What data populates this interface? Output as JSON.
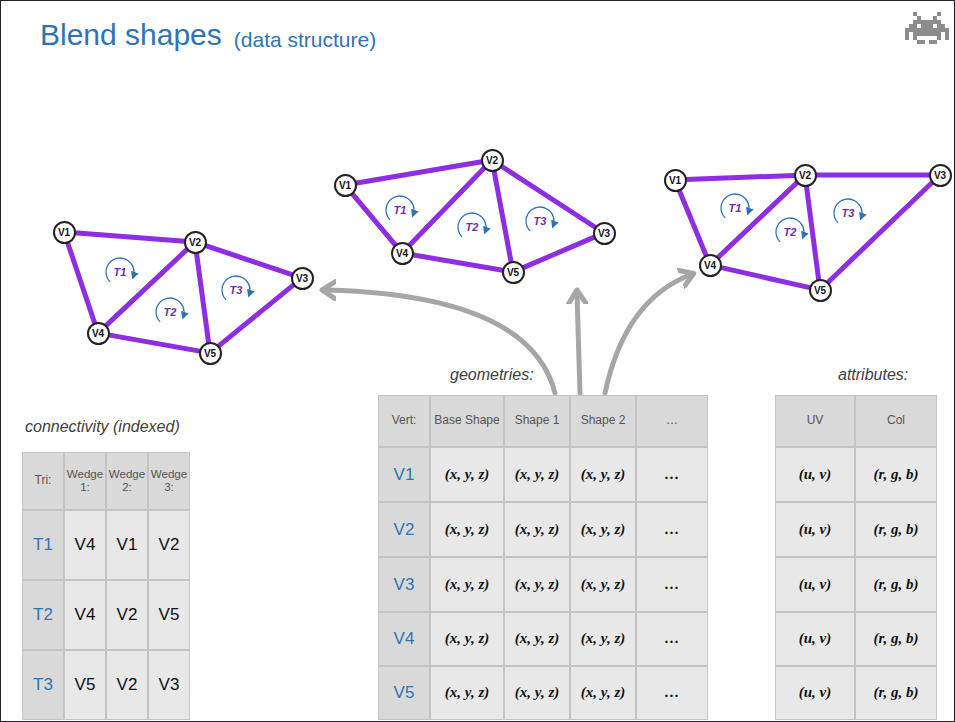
{
  "diagram": {
    "title": "Blend shapes",
    "nodes": [
      {
        "text": [
          "V1"
        ]
      },
      {
        "text": [
          "V2"
        ]
      },
      {
        "text": [
          "V3"
        ]
      },
      {
        "text": [
          "V4"
        ]
      },
      {
        "text": [
          "V5"
        ]
      },
      {
        "text": [
          "V1"
        ]
      },
      {
        "text": [
          "V2"
        ]
      },
      {
        "text": [
          "V3"
        ]
      },
      {
        "text": [
          "V4"
        ]
      },
      {
        "text": [
          "V5"
        ]
      },
      {
        "text": [
          "V1"
        ]
      },
      {
        "text": [
          "V2"
        ]
      },
      {
        "text": [
          "V3"
        ]
      },
      {
        "text": [
          "V4"
        ]
      },
      {
        "text": [
          "V5"
        ]
      }
    ],
    "edges": [
      {
        "from": 0,
        "to": 1,
        "arrow": "none"
      },
      {
        "from": 0,
        "to": 3,
        "arrow": "none"
      },
      {
        "from": 1,
        "to": 3,
        "arrow": "none"
      },
      {
        "from": 1,
        "to": 2,
        "arrow": "none"
      },
      {
        "from": 1,
        "to": 4,
        "arrow": "none"
      },
      {
        "from": 3,
        "to": 4,
        "arrow": "none"
      },
      {
        "from": 2,
        "to": 4,
        "arrow": "none"
      },
      {
        "from": 5,
        "to": 6,
        "arrow": "none"
      },
      {
        "from": 5,
        "to": 8,
        "arrow": "none"
      },
      {
        "from": 6,
        "to": 8,
        "arrow": "none"
      },
      {
        "from": 6,
        "to": 7,
        "arrow": "none"
      },
      {
        "from": 6,
        "to": 9,
        "arrow": "none"
      },
      {
        "from": 8,
        "to": 9,
        "arrow": "none"
      },
      {
        "from": 7,
        "to": 9,
        "arrow": "none"
      },
      {
        "from": 10,
        "to": 11,
        "arrow": "none"
      },
      {
        "from": 10,
        "to": 13,
        "arrow": "none"
      },
      {
        "from": 11,
        "to": 13,
        "arrow": "none"
      },
      {
        "from": 11,
        "to": 12,
        "arrow": "none"
      },
      {
        "from": 11,
        "to": 14,
        "arrow": "none"
      },
      {
        "from": 13,
        "to": 14,
        "arrow": "none"
      },
      {
        "from": 12,
        "to": 14,
        "arrow": "none"
      }
    ],
    "labels": [
      "(data structure)",
      "T1",
      "T2",
      "T3",
      "T1",
      "T2",
      "T3",
      "T1",
      "T2",
      "T3",
      "geometries:",
      "attributes:",
      "connectivity (indexed)",
      "Tri:",
      "Wedge 1:",
      "Wedge 2:",
      "Wedge 3:",
      "T1",
      "V4",
      "V1",
      "V2",
      "T2",
      "V4",
      "V2",
      "V5",
      "T3",
      "V5",
      "V2",
      "V3",
      "Vert:",
      "Base Shape",
      "Shape 1",
      "Shape 2",
      "…",
      "V1",
      "(x, y, z)",
      "(x, y, z)",
      "(x, y, z)",
      "…",
      "V2",
      "(x, y, z)",
      "(x, y, z)",
      "(x, y, z)",
      "…",
      "V3",
      "(x, y, z)",
      "(x, y, z)",
      "(x, y, z)",
      "…",
      "V4",
      "(x, y, z)",
      "(x, y, z)",
      "(x, y, z)",
      "…",
      "V5",
      "(x, y, z)",
      "(x, y, z)",
      "(x, y, z)",
      "…",
      "UV",
      "Col",
      "(u, v)",
      "(r, g, b)",
      "(u, v)",
      "(r, g, b)",
      "(u, v)",
      "(r, g, b)",
      "(u, v)",
      "(r, g, b)",
      "(u, v)",
      "(r, g, b)"
    ]
  }
}
